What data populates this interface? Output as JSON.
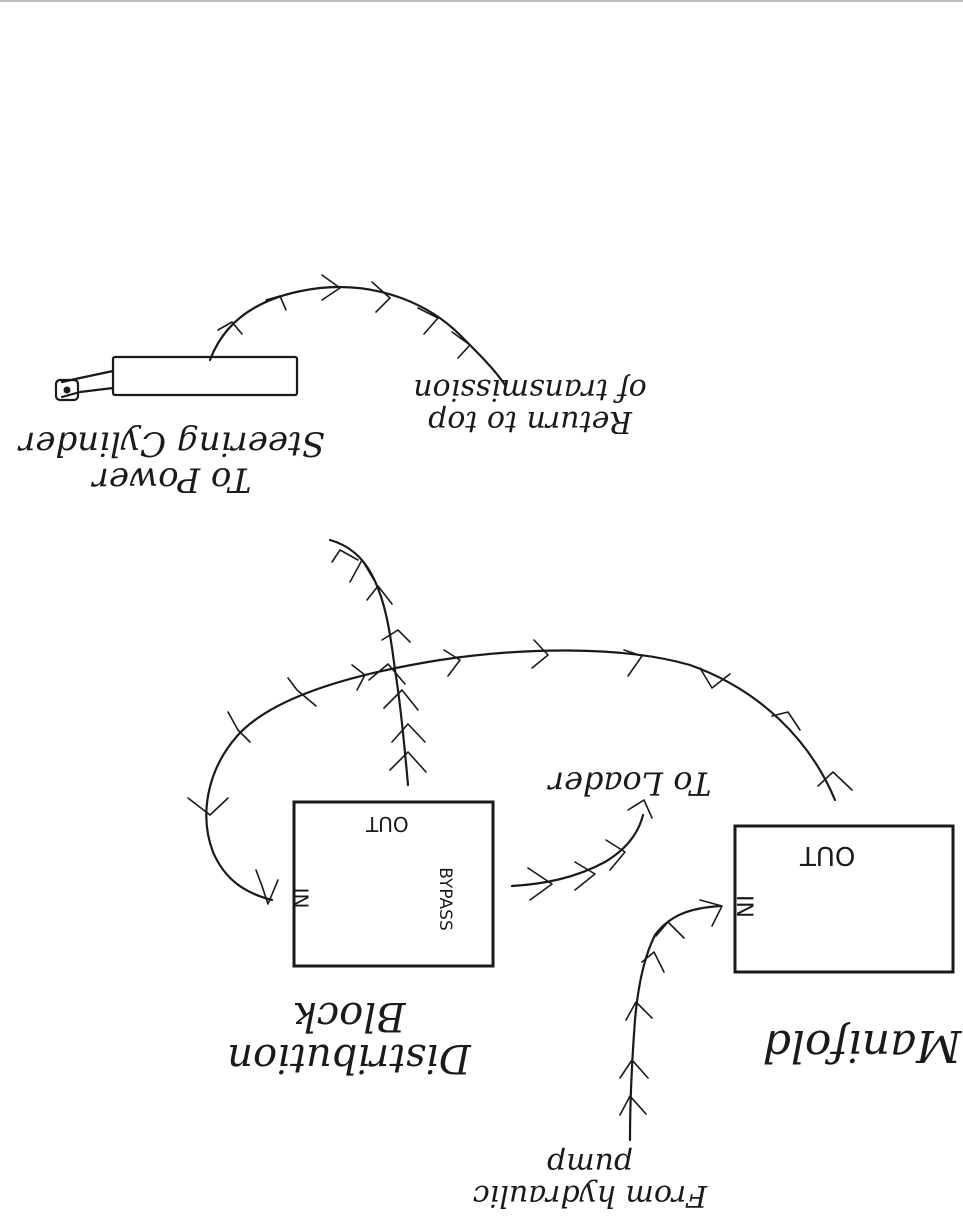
{
  "labels": {
    "steering": "To Power\nSteering Cylinder",
    "return": "Return to top\nof transmission",
    "loader": "To Loader",
    "distribution": "Distribution\nBlock",
    "manifold": "Manifold",
    "pump": "From hydraulic\npump"
  },
  "ports": {
    "dist_in": "IN",
    "dist_out": "OUT",
    "dist_bypass": "BYPASS",
    "man_in": "IN",
    "man_out": "OUT"
  }
}
